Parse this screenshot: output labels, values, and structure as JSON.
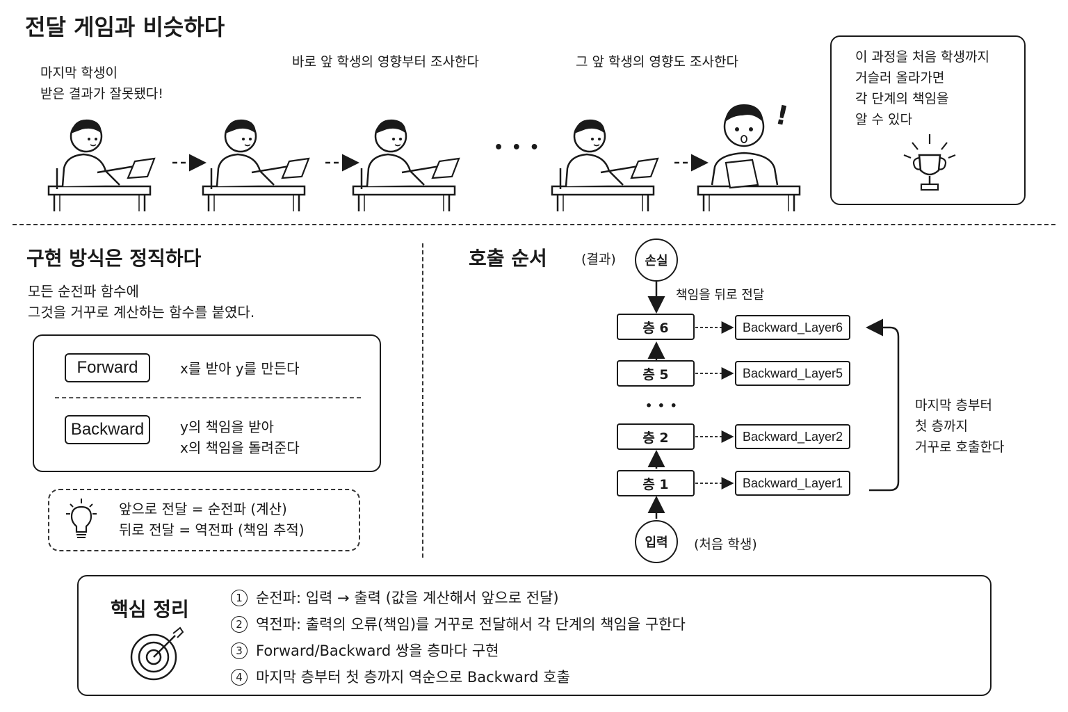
{
  "top": {
    "title": "전달 게임과 비슷하다",
    "caption_last_line1": "마지막 학생이",
    "caption_last_line2": "받은 결과가 잘못됐다!",
    "caption_prev": "바로 앞 학생의 영향부터 조사한다",
    "caption_prev2": "그 앞 학생의 영향도 조사한다",
    "ellipsis": "• • •",
    "exclaim": "!",
    "box_line1": "이 과정을 처음 학생까지",
    "box_line2": "거슬러 올라가면",
    "box_line3": "각 단계의 책임을",
    "box_line4": "알 수 있다"
  },
  "impl": {
    "title": "구현 방식은 정직하다",
    "desc_line1": "모든 순전파 함수에",
    "desc_line2": "그것을 거꾸로 계산하는 함수를 붙였다.",
    "forward_label": "Forward",
    "forward_desc": "x를 받아 y를 만든다",
    "backward_label": "Backward",
    "backward_desc_line1": "y의 책임을 받아",
    "backward_desc_line2": "x의 책임을 돌려준다",
    "tip_line1": "앞으로 전달 = 순전파 (계산)",
    "tip_line2": "뒤로 전달 = 역전파 (책임 추적)"
  },
  "order": {
    "title": "호출 순서",
    "result_label": "(결과)",
    "loss": "손실",
    "pass_back": "책임을 뒤로 전달",
    "layers": [
      {
        "name": "층 6",
        "backward": "Backward_Layer6"
      },
      {
        "name": "층 5",
        "backward": "Backward_Layer5"
      },
      {
        "name": "층 2",
        "backward": "Backward_Layer2"
      },
      {
        "name": "층 1",
        "backward": "Backward_Layer1"
      }
    ],
    "dots": "• • •",
    "input": "입력",
    "first_student": "(처음 학생)",
    "side_line1": "마지막 층부터",
    "side_line2": "첫 층까지",
    "side_line3": "거꾸로 호출한다"
  },
  "summary": {
    "title": "핵심 정리",
    "items": [
      {
        "num": "1",
        "text": "순전파: 입력 → 출력 (값을 계산해서 앞으로 전달)"
      },
      {
        "num": "2",
        "text": "역전파: 출력의 오류(책임)를 거꾸로 전달해서 각 단계의 책임을 구한다"
      },
      {
        "num": "3",
        "text": "Forward/Backward 쌍을 층마다 구현"
      },
      {
        "num": "4",
        "text": "마지막 층부터 첫 층까지 역순으로 Backward 호출"
      }
    ]
  },
  "icons": {
    "trophy": "trophy-icon",
    "bulb": "lightbulb-icon",
    "target": "target-icon",
    "student": "student-figure"
  }
}
